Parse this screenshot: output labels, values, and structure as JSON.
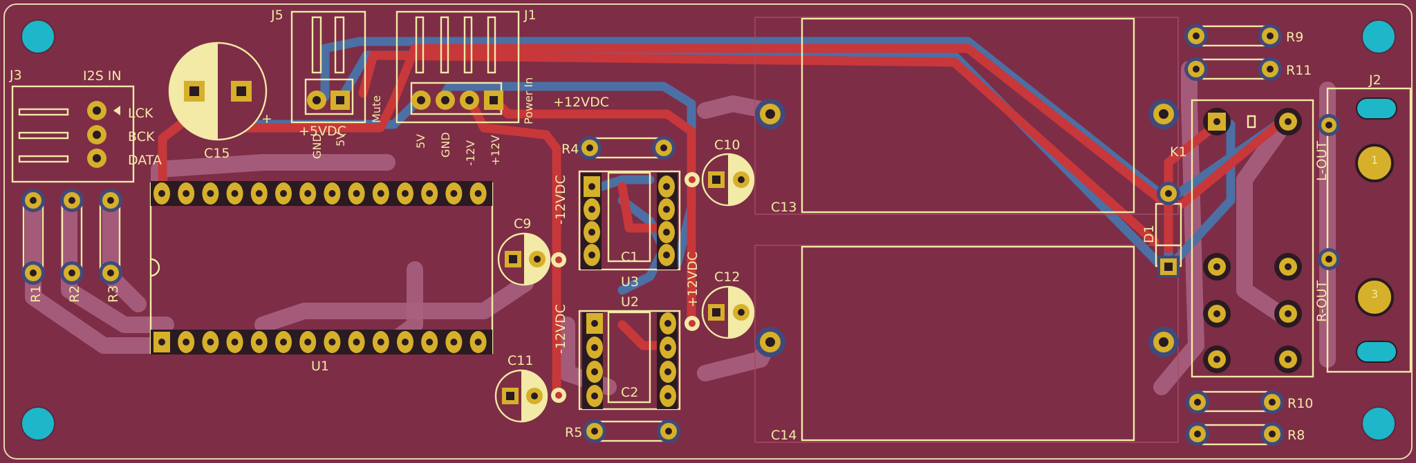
{
  "board": {
    "colors": {
      "substrate": "#7d2d46",
      "silk": "#f2eaa6",
      "front_copper": "#c8373a",
      "back_copper": "#4c6fa4",
      "pad": "#d6b02a",
      "mount_hole": "#1db7c9"
    }
  },
  "refs": {
    "J5": "J5",
    "J1": "J1",
    "J3": "J3",
    "J2": "J2",
    "C15": "C15",
    "R4": "R4",
    "C10": "C10",
    "C13": "C13",
    "C9": "C9",
    "C1": "C1",
    "U3": "U3",
    "U2": "U2",
    "C12": "C12",
    "C11": "C11",
    "C2": "C2",
    "R5": "R5",
    "C14": "C14",
    "U1": "U1",
    "R1": "R1",
    "R2": "R2",
    "R3": "R3",
    "R9": "R9",
    "R11": "R11",
    "K1": "K1",
    "D1": "D1",
    "R10": "R10",
    "R8": "R8"
  },
  "pin_labels": {
    "i2s_in": "I2S IN",
    "lck": "LCK",
    "bck": "BCK",
    "data": "DATA",
    "gnd_j5": "GND",
    "v5_j5": "5V",
    "mute": "Mute",
    "v5_j1": "5V",
    "gnd_j1": "GND",
    "m12v": "-12V",
    "p12v": "+12V",
    "power_in": "Power In",
    "l_out": "L-OUT",
    "r_out": "R-OUT",
    "j2_1": "1",
    "j2_3": "3"
  },
  "net_labels": {
    "plus5vdc": "+5VDC",
    "plus12vdc_top": "+12VDC",
    "minus12vdc_1": "-12VDC",
    "minus12vdc_2": "-12VDC",
    "plus12vdc_vert": "+12VDC"
  }
}
